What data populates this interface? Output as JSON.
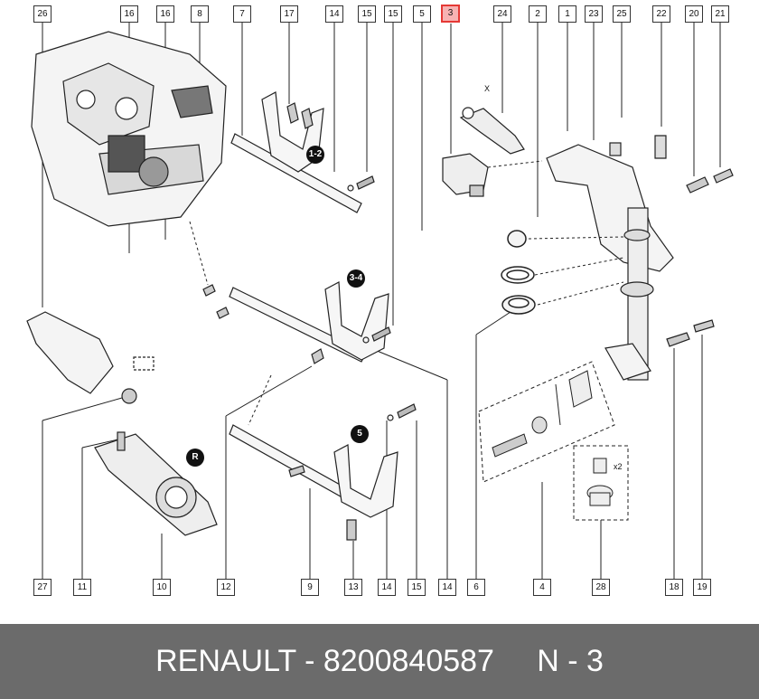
{
  "callouts_top": [
    "26",
    "16",
    "16",
    "8",
    "7",
    "17",
    "14",
    "15",
    "15",
    "5",
    "3",
    "24",
    "2",
    "1",
    "23",
    "25",
    "22",
    "20",
    "21"
  ],
  "callouts_bottom": [
    "27",
    "11",
    "10",
    "12",
    "9",
    "13",
    "14",
    "15",
    "14",
    "6",
    "4",
    "28",
    "18",
    "19"
  ],
  "highlighted_callout": "3",
  "gear_labels": {
    "g12": "1-2",
    "g34": "3-4",
    "g5": "5",
    "gR": "R"
  },
  "markers": {
    "x": "X",
    "x2": "x2"
  },
  "footer": {
    "brand": "RENAULT",
    "sep1": " - ",
    "part_number": "8200840587",
    "gap": "     ",
    "ref": "N - 3"
  },
  "colors": {
    "footer_bg": "#6b6b6b",
    "highlight_fill": "#f7b2b2",
    "highlight_border": "#e53935"
  }
}
